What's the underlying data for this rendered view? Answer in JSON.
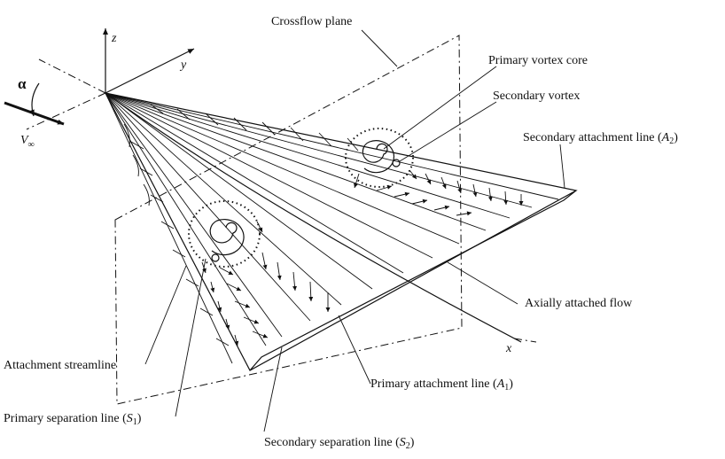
{
  "labels": {
    "crossflow_plane": "Crossflow plane",
    "primary_vortex_core": "Primary vortex core",
    "secondary_vortex": "Secondary vortex",
    "secondary_attachment_line": "Secondary attachment line (",
    "secondary_attachment_sym": "A",
    "secondary_attachment_sub": "2",
    "axially_attached_flow": "Axially attached flow",
    "attachment_streamline": "Attachment streamline",
    "primary_separation_line": "Primary separation line (",
    "primary_separation_sym": "S",
    "primary_separation_sub": "1",
    "primary_attachment_line": "Primary attachment line (",
    "primary_attachment_sym": "A",
    "primary_attachment_sub": "1",
    "secondary_separation_line": "Secondary separation line (",
    "secondary_separation_sym": "S",
    "secondary_separation_sub": "2",
    "close_paren": ")"
  },
  "axes": {
    "z": "z",
    "y": "y",
    "x": "x",
    "alpha": "α",
    "v_inf": "V",
    "v_inf_sub": "∞"
  }
}
